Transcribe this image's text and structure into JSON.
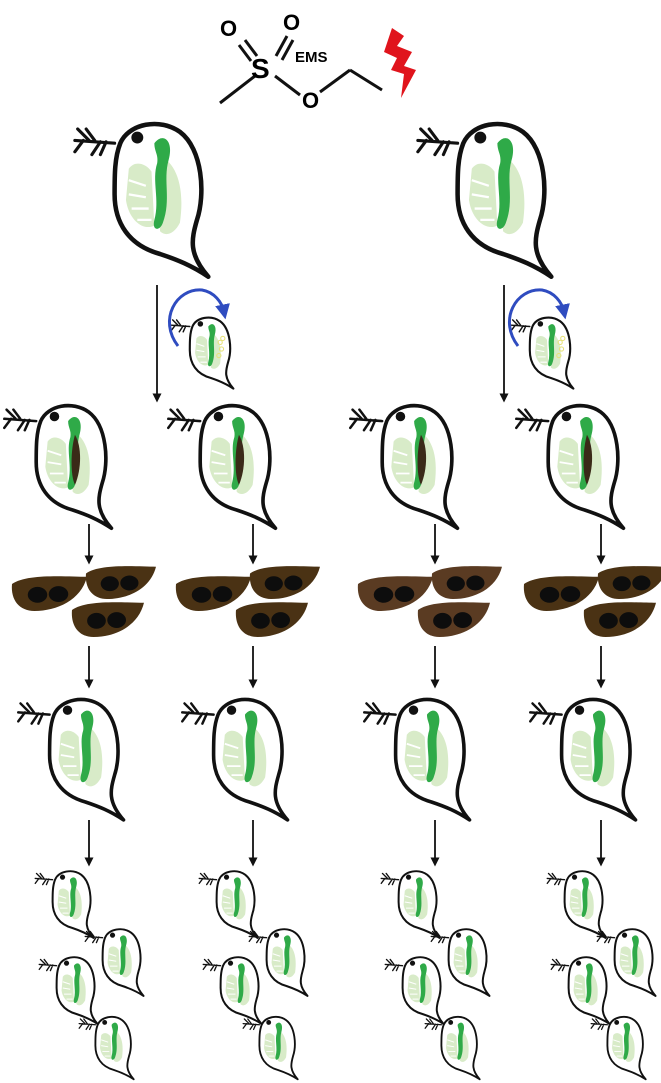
{
  "chemical": {
    "atom_o1": "O",
    "atom_o2": "O",
    "atom_s": "S",
    "atom_o3": "O",
    "label": "EMS"
  },
  "colors": {
    "outline": "#111111",
    "body_fill": "#d8ebc8",
    "gut": "#2faa48",
    "egg_case": "#4a3214",
    "egg_case_alt": "#5a3b22",
    "egg": "#0d0d0d",
    "loop_arrow": "#2f4cc0",
    "bolt": "#e0141c",
    "eggs_yellow": "#e7e27a"
  },
  "icons": {
    "mutagen": "red-lightning-bolt-icon",
    "daphnia": "daphnia-water-flea-icon",
    "ephippia": "ephippium-resting-egg-icon",
    "self_cross": "circular-arrow-icon"
  }
}
